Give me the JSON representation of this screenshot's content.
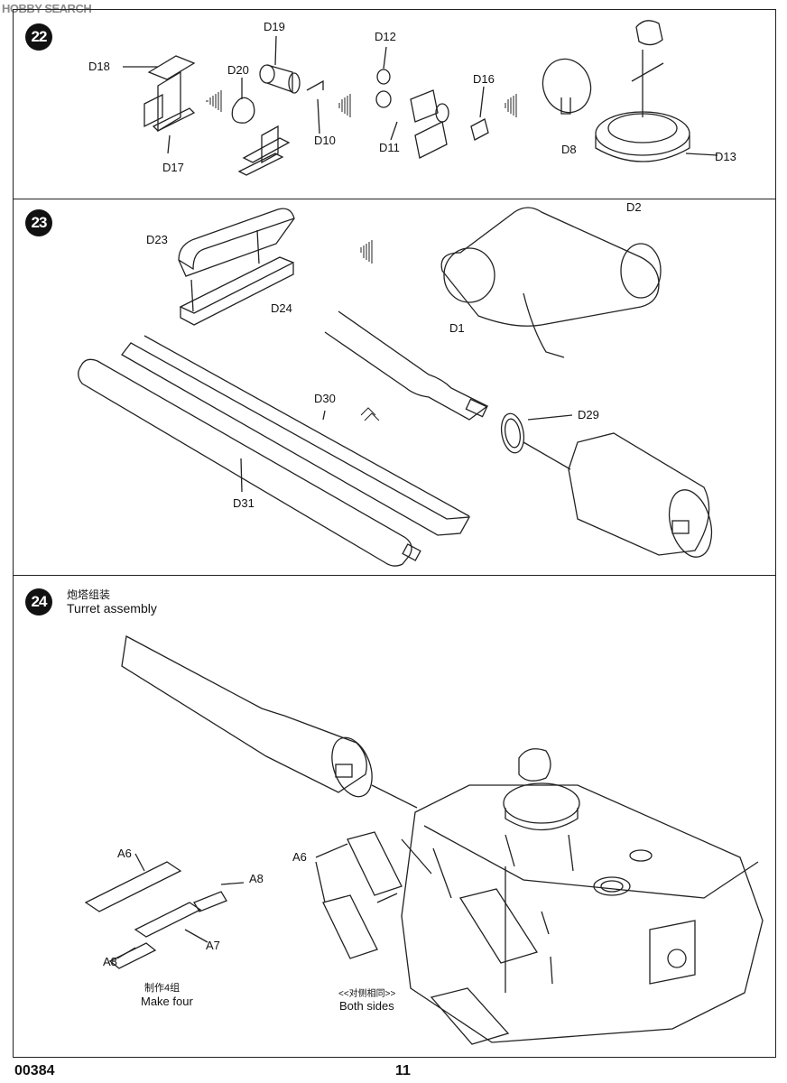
{
  "watermark": "HOBBY SEARCH",
  "step22": {
    "number": "22",
    "labels": [
      "D18",
      "D19",
      "D20",
      "D12",
      "D16",
      "D17",
      "D10",
      "D11",
      "D8",
      "D13"
    ]
  },
  "step23": {
    "number": "23",
    "labels": [
      "D23",
      "D2",
      "D24",
      "D1",
      "D30",
      "D29",
      "D31"
    ]
  },
  "step24": {
    "number": "24",
    "title_cn": "炮塔组装",
    "title_en": "Turret assembly",
    "labels": [
      "A6",
      "A8",
      "A7",
      "A8",
      "A6"
    ],
    "note_four_cn": "制作4组",
    "note_four_en": "Make four",
    "note_sides_cn": "<<对侧相同>>",
    "note_sides_en": "Both sides"
  },
  "footer": {
    "code": "00384",
    "page": "11"
  }
}
